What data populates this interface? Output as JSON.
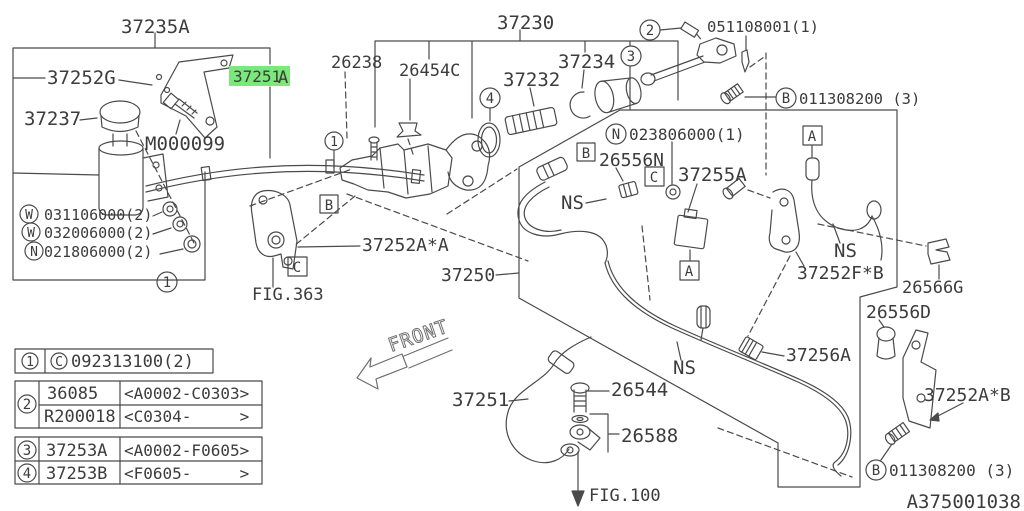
{
  "colors": {
    "background": "#ffffff",
    "line": "#4a4a4a",
    "text": "#3c3c3c",
    "highlight": "#7ce87c"
  },
  "glyphs": {
    "A": "A",
    "B": "B",
    "C": "C",
    "N": "N",
    "W": "W",
    "d1": "1",
    "d2": "2",
    "d3": "3",
    "d4": "4"
  },
  "labels": {
    "fig37235a": "37235A",
    "p37252g": "37252G",
    "p37237": "37237",
    "m000099": "M000099",
    "p37251_hl": "37251",
    "p37251_suffix": "A",
    "p26238": "26238",
    "p26454c": "26454C",
    "fig37230": "37230",
    "p37232": "37232",
    "p37234": "37234",
    "p051108001": "051108001(1)",
    "bolt011308200": "011308200 (3)",
    "n023806000": "023806000(1)",
    "p26556n": "26556N",
    "p37255a": "37255A",
    "ns": "NS",
    "p37252fb": "37252F*B",
    "p26566g": "26566G",
    "p26556d": "26556D",
    "p37252ab": "37252A*B",
    "w031106000": "031106000(2)",
    "w032006000": "032006000(2)",
    "n021806000": "021806000(2)",
    "fig363": "FIG.363",
    "p37252aa": "37252A*A",
    "p37250": "37250",
    "front": "FRONT",
    "p37251": "37251",
    "p26544": "26544",
    "p26588": "26588",
    "fig100": "FIG.100",
    "p37256a": "37256A",
    "diagram_id": "A375001038"
  },
  "tables": {
    "t1": {
      "num": "1",
      "code_prefix": "C",
      "code": "092313100(2)"
    },
    "t2": {
      "num": "2",
      "rows": [
        {
          "part": "36085",
          "range": "<A0002-C0303>"
        },
        {
          "part": "R200018",
          "range": "<C0304-     >"
        }
      ]
    },
    "t3": {
      "rows": [
        {
          "num": "3",
          "part": "37253A",
          "range": "<A0002-F0605>"
        },
        {
          "num": "4",
          "part": "37253B",
          "range": "<F0605-     >"
        }
      ]
    }
  }
}
